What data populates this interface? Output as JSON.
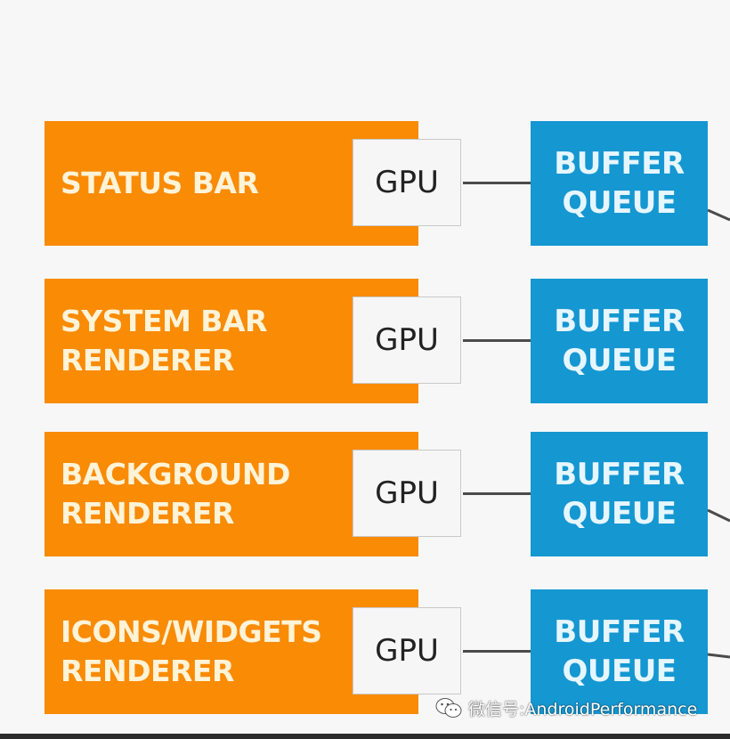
{
  "diagram": {
    "colors": {
      "source_fill": "#f98b05",
      "source_text": "#fff3d8",
      "gpu_fill": "#f6f6f6",
      "gpu_text": "#222222",
      "queue_fill": "#1597d1",
      "queue_text": "#e6f6ff",
      "connector": "#4b4b4b",
      "background": "#f7f7f8"
    },
    "rows": [
      {
        "source": "STATUS BAR",
        "gpu": "GPU",
        "queue": "BUFFER\nQUEUE"
      },
      {
        "source": "SYSTEM BAR\nRENDERER",
        "gpu": "GPU",
        "queue": "BUFFER\nQUEUE"
      },
      {
        "source": "BACKGROUND\nRENDERER",
        "gpu": "GPU",
        "queue": "BUFFER\nQUEUE"
      },
      {
        "source": "ICONS/WIDGETS\nRENDERER",
        "gpu": "GPU",
        "queue": "BUFFER\nQUEUE"
      }
    ]
  },
  "watermark": {
    "icon": "wechat-icon",
    "text": "微信号:AndroidPerformance"
  }
}
